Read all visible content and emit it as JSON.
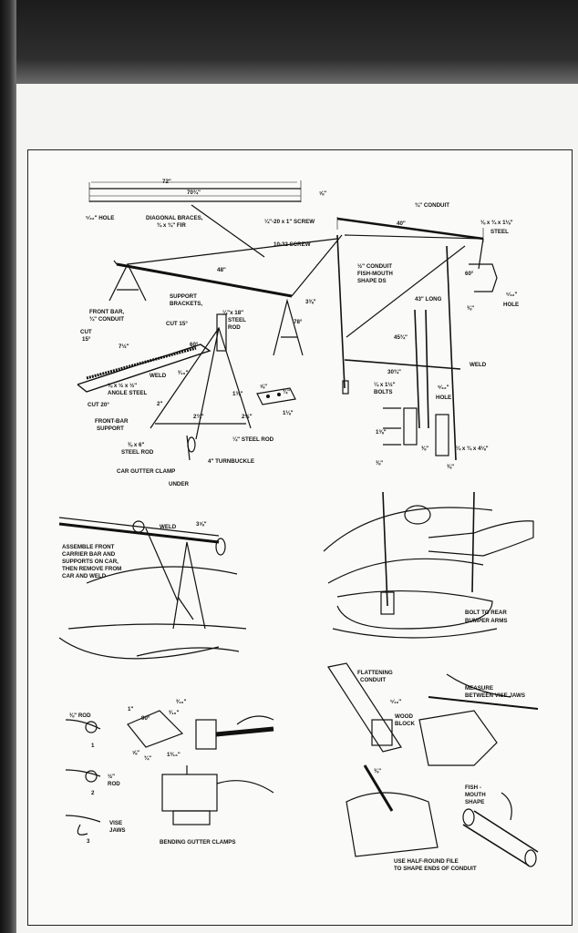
{
  "panel1": {
    "dims": {
      "d72": "72\"",
      "d70": "70¾\"",
      "d58": "⅝\"",
      "hole": "⁵⁄₃₂\" HOLE",
      "diag1": "DIAGONAL BRACES,",
      "diag2": "¾ x ¾\" FIR",
      "screw": "¼\"-20 x 1\" SCREW",
      "screw1032": "10-32 SCREW",
      "conduit34": "¾\" CONDUIT",
      "d40": "40\"",
      "steel1": "⅛ x ¾ x 1⅛\"",
      "steel2": "STEEL",
      "d48": "48\"",
      "half1": "½\" CONDUIT",
      "half2": "FISH-MOUTH",
      "half3": "SHAPE DS",
      "long43": "43\" LONG",
      "d60r": "60°",
      "hole2a": "⁵⁄₃₂\"",
      "hole2b": "HOLE",
      "d38r": "⅜\"",
      "fb1": "FRONT BAR,",
      "fb2": "¾\" CONDUIT",
      "sb1": "SUPPORT",
      "sb2": "BRACKETS,",
      "rod1": "¼\"x 18\"",
      "rod2": "STEEL",
      "rod3": "ROD",
      "d338": "3⅜\"",
      "d78": "78°",
      "cut15a": "CUT",
      "cut15b": "15°",
      "d712": "7½\"",
      "cut15c": "CUT 15°",
      "d60": "60°",
      "d4534": "45¾\"",
      "weld": "WELD",
      "weld2": "WELD",
      "d316": "³⁄₁₆\"",
      "angle1": "⅛ x ½ x ½\"",
      "angle2": "ANGLE STEEL",
      "cut20": "CUT 20°",
      "d3034": "30¾\"",
      "bolts1": "¼ x 1½\"",
      "bolts2": "BOLTS",
      "hole3a": "⁹⁄₃₂\"",
      "hole3b": "HOLE",
      "d2": "2\"",
      "d138": "1⅜\"",
      "d212": "2½\"",
      "d118": "1⅛\"",
      "d58b": "⅝\"",
      "d34": "¾\"",
      "fbs1": "FRONT-BAR",
      "fbs2": "SUPPORT",
      "d234": "2¾\"",
      "srod1": "⅜ x 6\"",
      "srod2": "STEEL ROD",
      "srod3": "¼\" STEEL ROD",
      "turn": "4\" TURNBUCKLE",
      "d138b": "1⅜\"",
      "d38b": "⅜\"",
      "steel4": "¼ x ¾ x 4⅛\"",
      "d38c": "⅜\"",
      "d38d": "⅜\"",
      "clamp": "CAR GUTTER CLAMP",
      "under": "UNDER"
    }
  },
  "panel2": {
    "weld": "WELD",
    "d358": "3⅝\"",
    "assemble1": "ASSEMBLE FRONT",
    "assemble2": "CARRIER BAR AND",
    "assemble3": "SUPPORTS ON CAR,",
    "assemble4": "THEN REMOVE FROM",
    "assemble5": "CAR AND WELD"
  },
  "panel3": {
    "bolt1": "BOLT TO REAR",
    "bolt2": "BUMPER ARMS"
  },
  "panel4": {
    "rod38": "⅜\" ROD",
    "n1": "1",
    "d1": "1\"",
    "d90": "90°",
    "d316a": "³⁄₁₆\"",
    "d316b": "³⁄₁₆\"",
    "d58": "⅝\"",
    "d34": "¾\"",
    "d1316": "1³⁄₁₆\"",
    "rod2a": "½\"",
    "rod2b": "ROD",
    "n2": "2",
    "vise1": "VISE",
    "vise2": "JAWS",
    "n3": "3",
    "bending": "BENDING GUTTER CLAMPS"
  },
  "panel5": {
    "flat1": "FLATTENING",
    "flat2": "CONDUIT",
    "measure1": "MEASURE",
    "measure2": "BETWEEN VISE JAWS",
    "d516": "⁵⁄₁₆\"",
    "wood1": "WOOD",
    "wood2": "BLOCK",
    "d38": "⅜\"",
    "fish1": "FISH -",
    "fish2": "MOUTH",
    "fish3": "SHAPE",
    "file1": "USE HALF-ROUND FILE",
    "file2": "TO SHAPE ENDS OF CONDUIT"
  }
}
